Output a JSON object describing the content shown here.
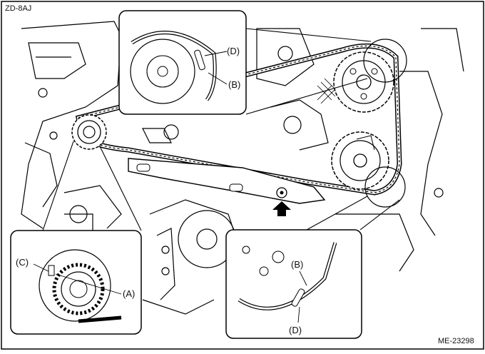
{
  "figure": {
    "code_top_left": "ZD-8AJ",
    "code_bottom_right": "ME-23298"
  },
  "labels": {
    "top_inset_d": "(D)",
    "top_inset_b": "(B)",
    "left_inset_c": "(C)",
    "left_inset_a": "(A)",
    "right_inset_b": "(B)",
    "right_inset_d": "(D)"
  }
}
